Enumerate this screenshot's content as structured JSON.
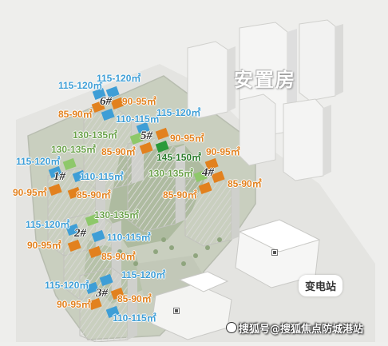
{
  "map": {
    "landmark": "安置房",
    "substation": "变电站",
    "watermark": "搜狐号@搜狐焦点防城港站",
    "colors": {
      "type_115_120": "#3e9ed6",
      "type_110_115": "#3e9ed6",
      "type_85_90": "#e2811e",
      "type_90_95": "#e2811e",
      "type_130_135": "#6aa14a",
      "type_145_150": "#2a7a2a"
    }
  },
  "buildings": [
    {
      "number": "6#",
      "labels": [
        {
          "text": "115-120㎡",
          "color": "blue"
        },
        {
          "text": "115-120㎡",
          "color": "blue"
        },
        {
          "text": "90-95㎡",
          "color": "orange"
        },
        {
          "text": "85-90㎡",
          "color": "orange"
        },
        {
          "text": "110-115㎡",
          "color": "blue"
        }
      ]
    },
    {
      "number": "5#",
      "labels": [
        {
          "text": "115-120㎡",
          "color": "blue"
        },
        {
          "text": "130-135㎡",
          "color": "green"
        },
        {
          "text": "90-95㎡",
          "color": "orange"
        },
        {
          "text": "85-90㎡",
          "color": "orange"
        },
        {
          "text": "145-150㎡",
          "color": "darkgreen"
        }
      ]
    },
    {
      "number": "4#",
      "labels": [
        {
          "text": "90-95㎡",
          "color": "orange"
        },
        {
          "text": "130-135㎡",
          "color": "green"
        },
        {
          "text": "85-90㎡",
          "color": "orange"
        },
        {
          "text": "85-90㎡",
          "color": "orange"
        }
      ]
    },
    {
      "number": "1#",
      "labels": [
        {
          "text": "130-135㎡",
          "color": "green"
        },
        {
          "text": "115-120㎡",
          "color": "blue"
        },
        {
          "text": "110-115㎡",
          "color": "blue"
        },
        {
          "text": "90-95㎡",
          "color": "orange"
        },
        {
          "text": "85-90㎡",
          "color": "orange"
        }
      ]
    },
    {
      "number": "2#",
      "labels": [
        {
          "text": "130-135㎡",
          "color": "green"
        },
        {
          "text": "115-120㎡",
          "color": "blue"
        },
        {
          "text": "110-115㎡",
          "color": "blue"
        },
        {
          "text": "90-95㎡",
          "color": "orange"
        },
        {
          "text": "85-90㎡",
          "color": "orange"
        }
      ]
    },
    {
      "number": "3#",
      "labels": [
        {
          "text": "115-120㎡",
          "color": "blue"
        },
        {
          "text": "115-120㎡",
          "color": "blue"
        },
        {
          "text": "85-90㎡",
          "color": "orange"
        },
        {
          "text": "90-95㎡",
          "color": "orange"
        },
        {
          "text": "110-115㎡",
          "color": "blue"
        }
      ]
    }
  ]
}
